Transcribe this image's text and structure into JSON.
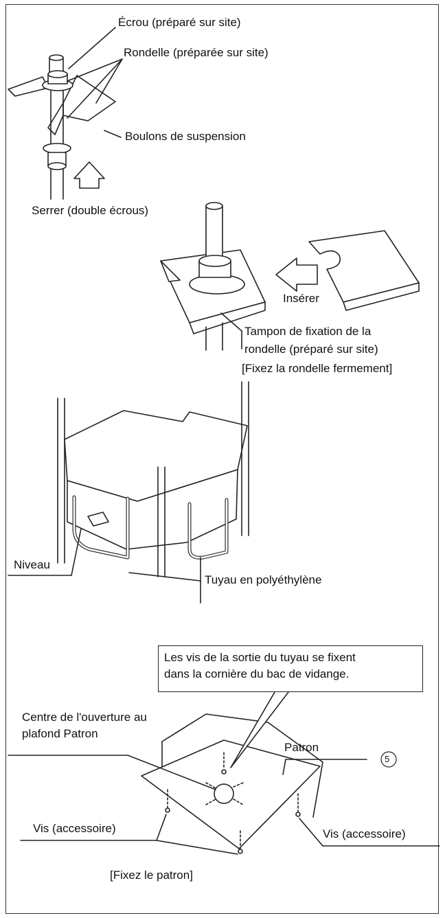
{
  "figure1": {
    "nut_label": "Écrou (préparé sur site)",
    "washer_label": "Rondelle (préparée sur site)",
    "bolts_label": "Boulons de suspension",
    "tighten_label": "Serrer (double écrous)"
  },
  "figure2": {
    "insert_label": "Insérer",
    "pad_line1": "Tampon de fixation de la",
    "pad_line2": "rondelle (préparé sur site)",
    "pad_line3": "[Fixez la rondelle fermement]"
  },
  "figure3": {
    "level_label": "Niveau",
    "pipe_label": "Tuyau en polyéthylène"
  },
  "figure4": {
    "callout_line1": "Les vis de la sortie du tuyau se fixent",
    "callout_line2": "dans la cornière du bac de vidange.",
    "center_line1": "Centre de l'ouverture au",
    "center_line2": "plafond Patron",
    "pattern_label": "Patron",
    "item_number": "5",
    "screw_left_label": "Vis (accessoire)",
    "screw_right_label": "Vis (accessoire)",
    "fix_label": "[Fixez le patron]"
  }
}
